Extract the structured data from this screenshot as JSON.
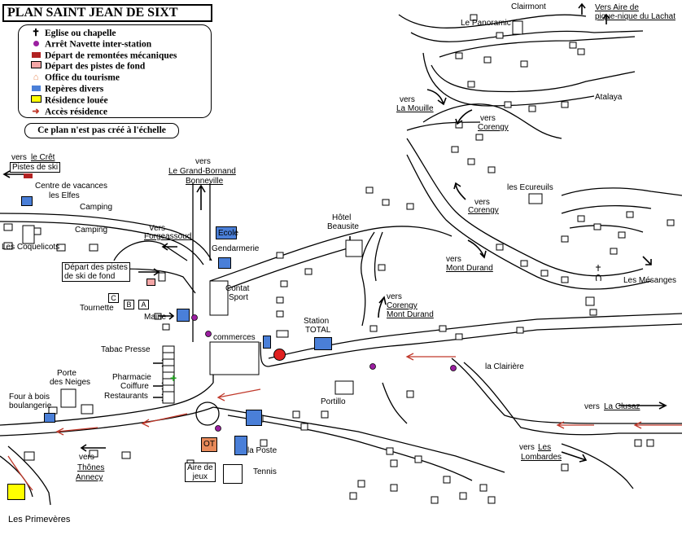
{
  "title": "PLAN SAINT JEAN DE SIXT",
  "legend": [
    {
      "label": "Eglise ou chapelle",
      "icon": "church-icon"
    },
    {
      "label": "Arrêt Navette inter-station",
      "icon": "shuttle-stop-icon",
      "color": "#9b1fa0"
    },
    {
      "label": "Départ de remontées mécaniques",
      "icon": "ski-lift-icon",
      "color": "#b22222"
    },
    {
      "label": "Départ des pistes de fond",
      "icon": "cross-country-icon",
      "color": "#f4a6a6"
    },
    {
      "label": "Office du tourisme",
      "icon": "tourist-office-icon",
      "color": "#e88a5a"
    },
    {
      "label": "Repères divers",
      "icon": "landmark-icon",
      "color": "#4a7fd8"
    },
    {
      "label": "Résidence louée",
      "icon": "rented-residence-icon",
      "color": "#ffff00"
    },
    {
      "label": "Accès résidence",
      "icon": "access-arrow-icon",
      "color": "#c0392b"
    }
  ],
  "note": "Ce plan n'est pas créé à l'échelle",
  "places": {
    "clairmont": "Clairmont",
    "panoramic": "Le Panoramic",
    "vers_aire_1": "Vers Aire de",
    "vers_aire_2": "pique-nique du Lachat",
    "atalaya": "Atalaya",
    "vers_mouille_1": "vers",
    "vers_mouille_2": "La Mouille",
    "vers_corengy_top_1": "vers",
    "vers_corengy_top_2": "Corengy",
    "ecureuils": "les Ecureuils",
    "vers_corengy_mid_1": "vers",
    "vers_corengy_mid_2": "Corengy",
    "vers_mont_durand_1": "vers",
    "vers_mont_durand_2": "Mont Durand",
    "mesanges": "Les Mésanges",
    "vers_cret_1": "vers",
    "vers_cret_2": "le Crêt",
    "pistes_de_ski": "Pistes de ski",
    "centre_vacances_1": "Centre de vacances",
    "centre_vacances_2": "les Elfes",
    "camping_1": "Camping",
    "camping_2": "Camping",
    "coquelicots": "Les Coquelicots",
    "vers_gb_1": "vers",
    "vers_gb_2": "Le Grand-Bornand",
    "vers_gb_3": "Bonneville",
    "vers_forgeassoud_1": "Vers",
    "vers_forgeassoud_2": "Forgeassoud",
    "ecole": "Ecole",
    "gendarmerie": "Gendarmerie",
    "hotel_1": "Hôtel",
    "hotel_2": "Beausite",
    "depart_fond_1": "Départ des pistes",
    "depart_fond_2": "de ski de fond",
    "tournette": "Tournette",
    "plate_c": "C",
    "plate_b": "B",
    "plate_a": "A",
    "contat_1": "Contat",
    "contat_2": "Sport",
    "mairie": "Mairie",
    "vers_corengy_md_1": "vers",
    "vers_corengy_md_2": "Corengy",
    "vers_corengy_md_3": "Mont Durand",
    "station_1": "Station",
    "station_2": "TOTAL",
    "commerces": "commerces",
    "tabac": "Tabac Presse",
    "pharmacie": "Pharmacie",
    "coiffure": "Coiffure",
    "restaurants": "Restaurants",
    "porte_1": "Porte",
    "porte_2": "des Neiges",
    "four_1": "Four à bois",
    "four_2": "boulangerie",
    "clairiere": "la Clairière",
    "portillo": "Portillo",
    "vers_clusaz_1": "vers",
    "vers_clusaz_2": "La Clusaz",
    "ot": "OT",
    "la_poste": "la Poste",
    "vers_thones_1": "vers",
    "vers_thones_2": "Thônes",
    "vers_thones_3": "Annecy",
    "aire_jeux_1": "Aire de",
    "aire_jeux_2": "jeux",
    "tennis": "Tennis",
    "vers_lombardes_1": "vers",
    "vers_lombardes_2": "Les",
    "vers_lombardes_3": "Lombardes",
    "primeveres": "Les Primevères"
  }
}
